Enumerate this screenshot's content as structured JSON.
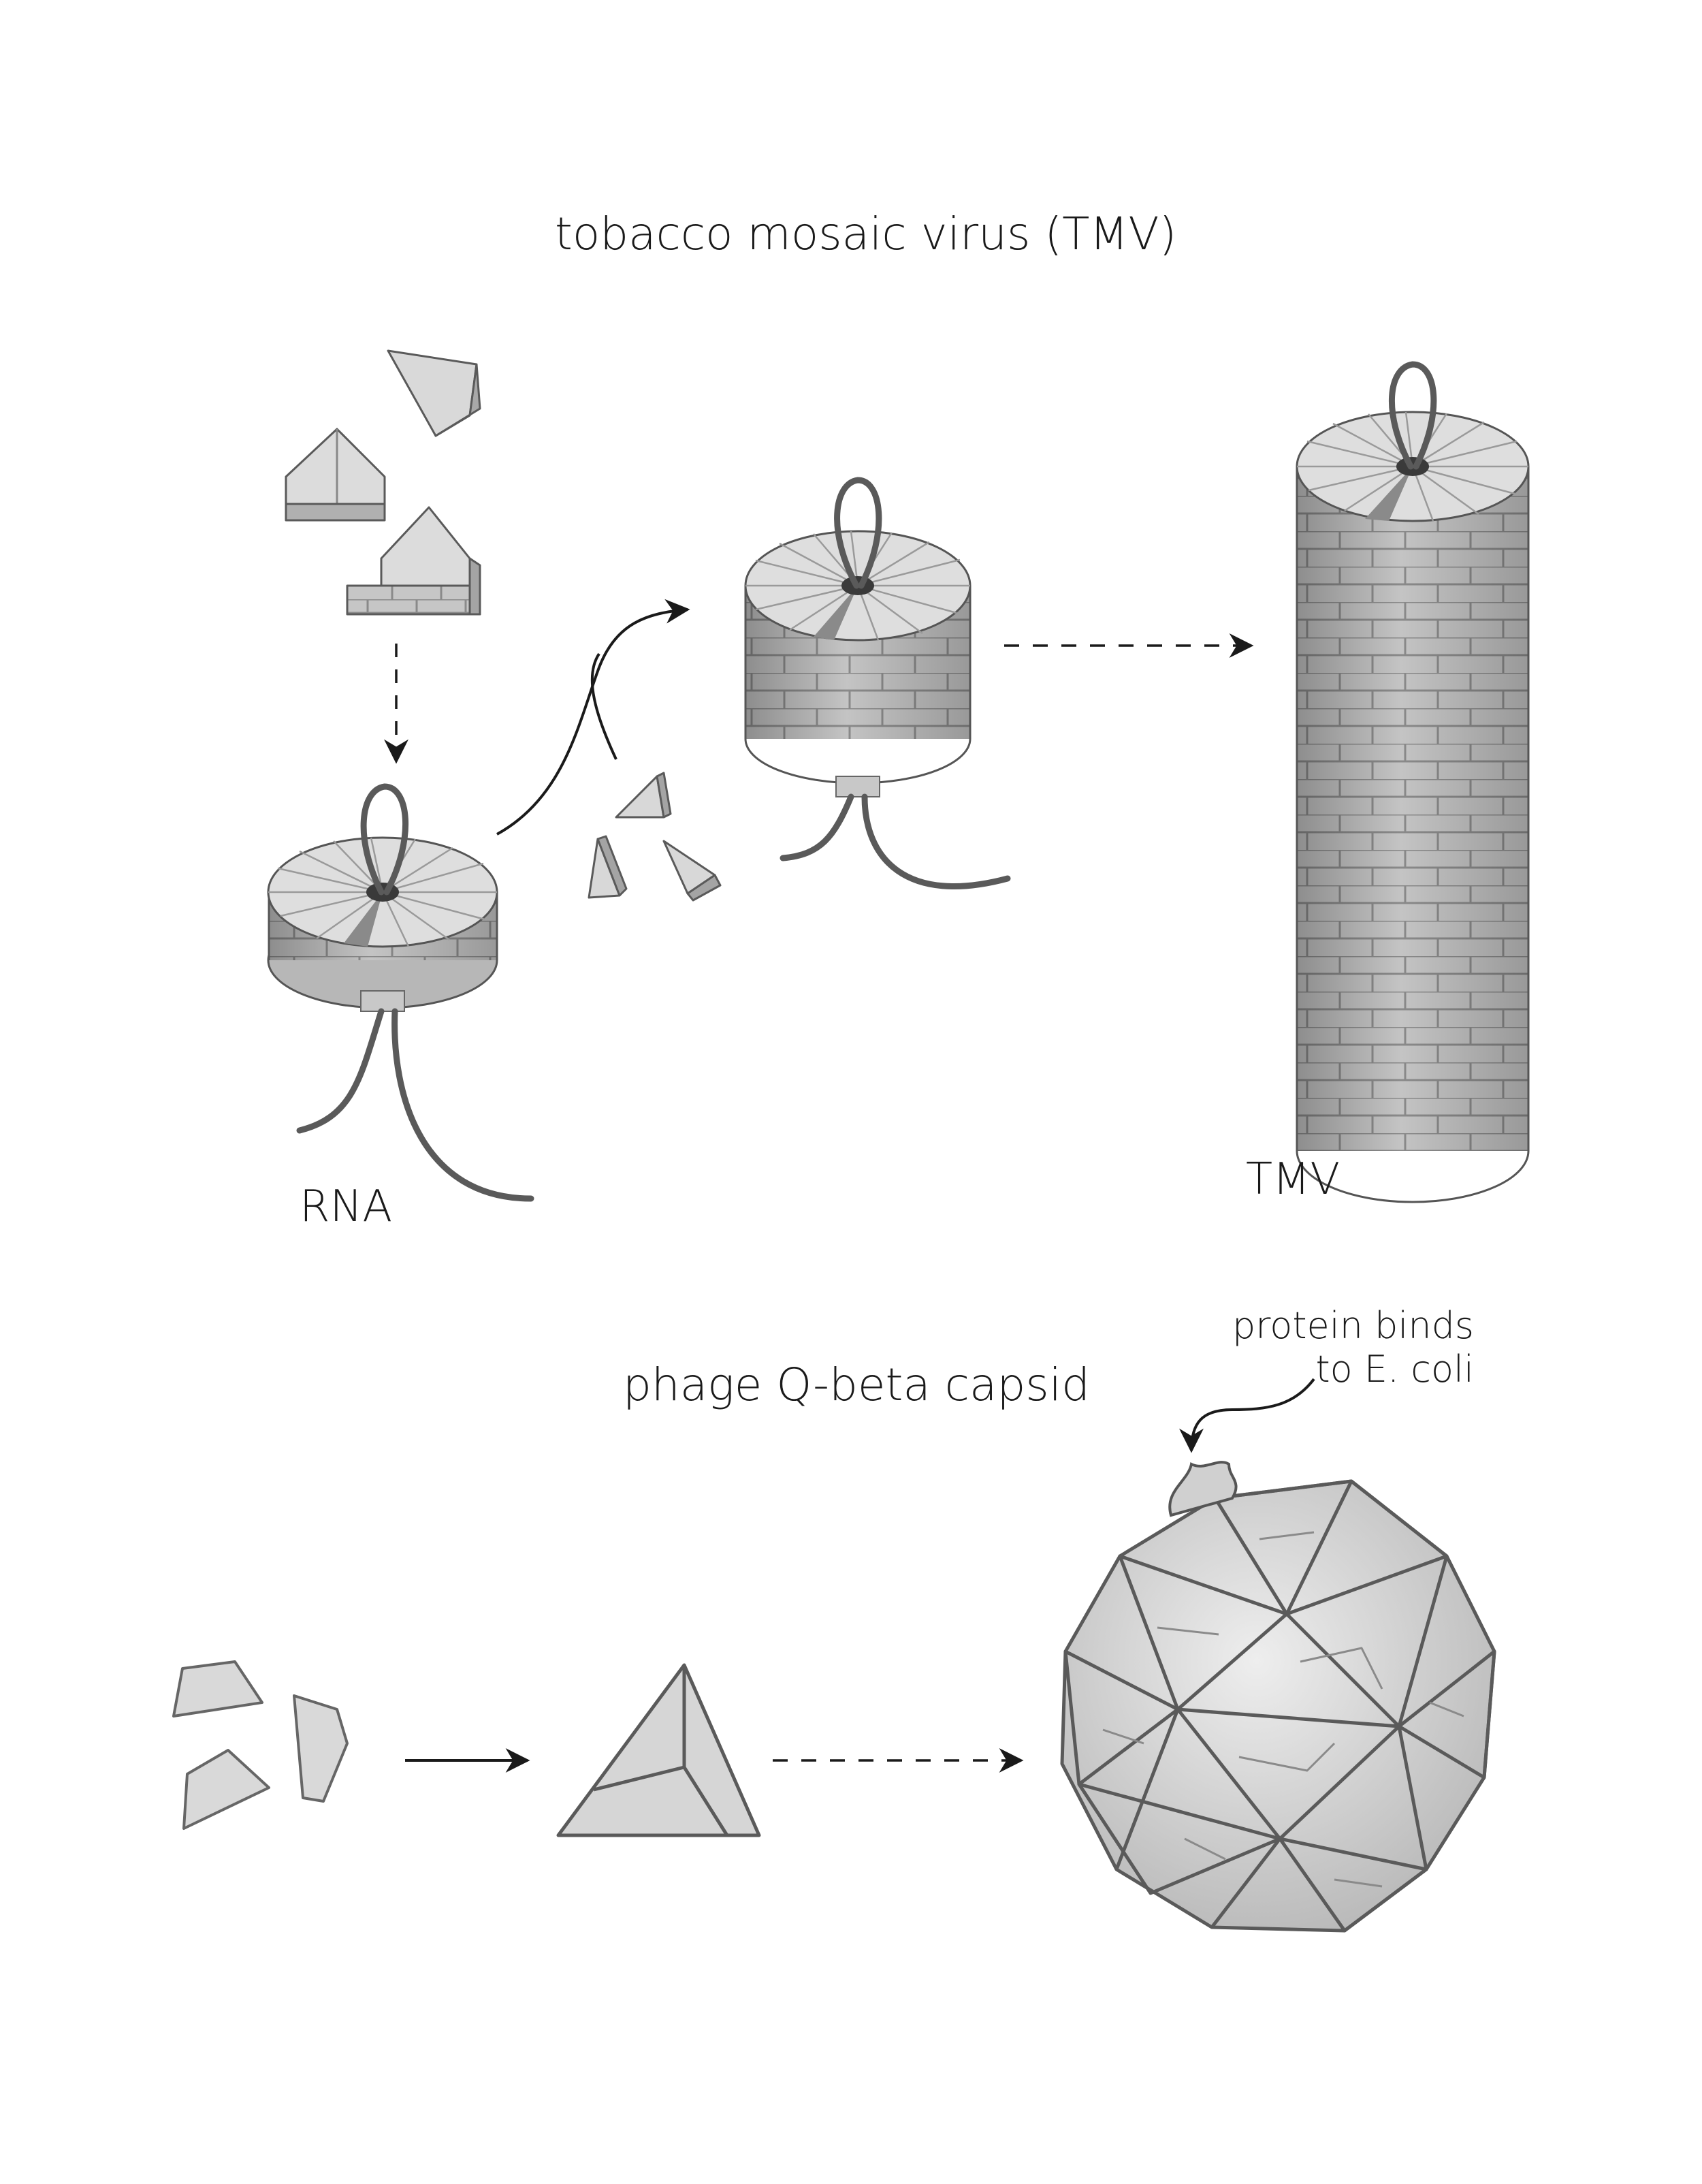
{
  "tmv_section": {
    "title": "tobacco mosaic virus (TMV)",
    "rna_label": "RNA",
    "product_label": "TMV"
  },
  "qbeta_section": {
    "title": "phage Q-beta capsid",
    "annotation_line1": "protein binds",
    "annotation_line2": "to E. coli"
  },
  "colors": {
    "ink": "#3a3a3a",
    "protein_light": "#e1e1e1",
    "protein_mid": "#c2c2c2",
    "protein_dark": "#9c9c9c",
    "rna": "#5a5a5a"
  }
}
